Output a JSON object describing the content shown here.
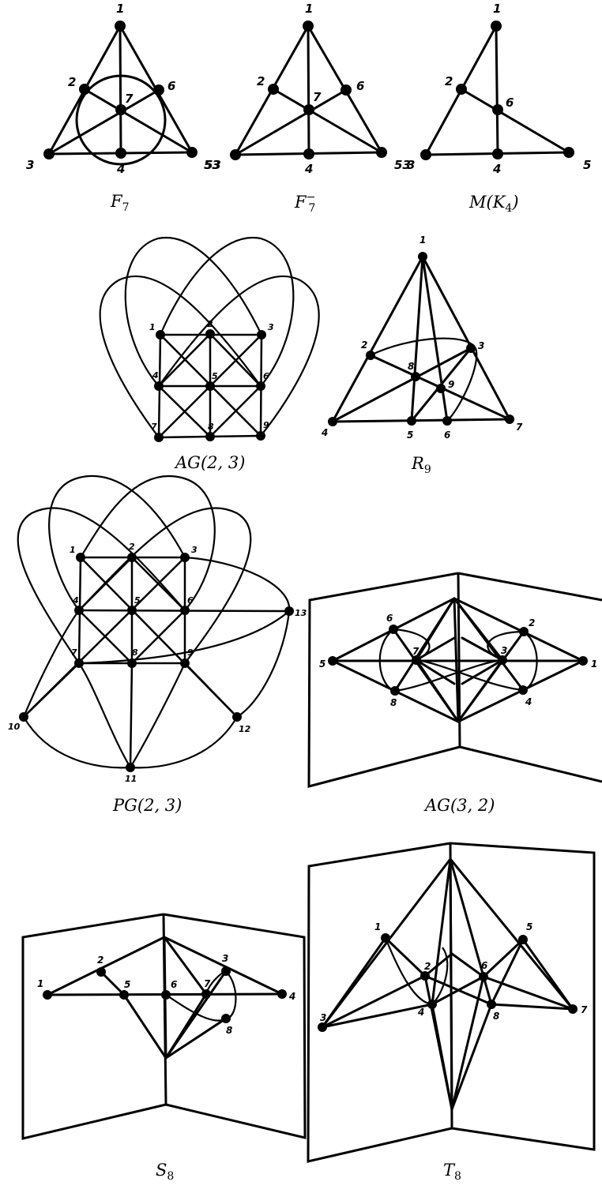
{
  "figures": [
    {
      "id": "F7",
      "caption": {
        "base": "F",
        "sub": "7",
        "sup": ""
      },
      "labels": [
        "1",
        "2",
        "3",
        "4",
        "53",
        "6",
        "7"
      ]
    },
    {
      "id": "F7minus",
      "caption": {
        "base": "F",
        "sub": "7",
        "sup": "−"
      },
      "labels": [
        "53",
        "1",
        "2",
        "3",
        "4",
        "6",
        "7"
      ]
    },
    {
      "id": "MK4",
      "caption": {
        "text": "M(K",
        "sub": "4",
        "tail": ")"
      },
      "labels": [
        "1",
        "2",
        "53",
        "4",
        "5",
        "6"
      ]
    },
    {
      "id": "AG23",
      "caption": {
        "text": "AG(2, 3)"
      },
      "labels": [
        "1",
        "2",
        "3",
        "4",
        "5",
        "6",
        "7",
        "8",
        "9"
      ]
    },
    {
      "id": "R9",
      "caption": {
        "base": "R",
        "sub": "9"
      },
      "labels": [
        "1",
        "2",
        "3",
        "4",
        "5",
        "6",
        "7",
        "8",
        "9"
      ]
    },
    {
      "id": "PG23",
      "caption": {
        "text": "PG(2, 3)"
      },
      "labels": [
        "1",
        "2",
        "3",
        "4",
        "5",
        "6",
        "7",
        "8",
        "9",
        "10",
        "11",
        "12",
        "13"
      ]
    },
    {
      "id": "AG32",
      "caption": {
        "text": "AG(3, 2)"
      },
      "labels": [
        "1",
        "2",
        "3",
        "4",
        "5",
        "6",
        "7",
        "8"
      ]
    },
    {
      "id": "S8",
      "caption": {
        "base": "S",
        "sub": "8"
      },
      "labels": [
        "1",
        "2",
        "3",
        "4",
        "5",
        "6",
        "7",
        "8"
      ]
    },
    {
      "id": "T8",
      "caption": {
        "base": "T",
        "sub": "8"
      },
      "labels": [
        "1",
        "2",
        "3",
        "4",
        "5",
        "6",
        "7",
        "8"
      ]
    }
  ]
}
